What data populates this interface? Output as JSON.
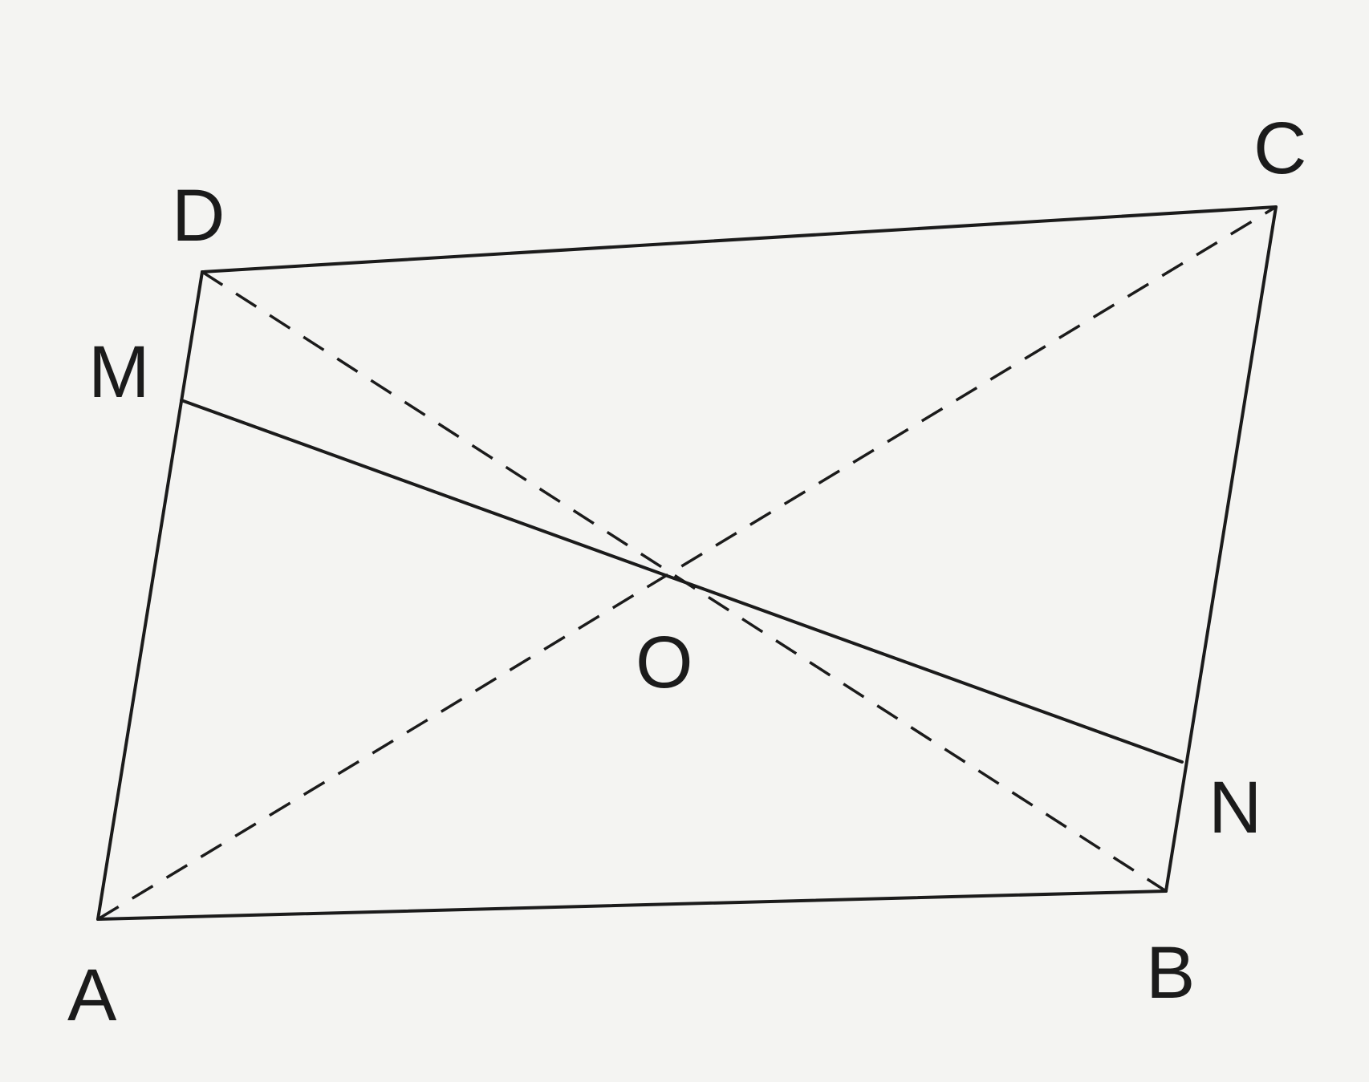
{
  "diagram": {
    "labels": {
      "A": "A",
      "B": "B",
      "C": "C",
      "D": "D",
      "M": "M",
      "N": "N",
      "O": "O"
    }
  }
}
